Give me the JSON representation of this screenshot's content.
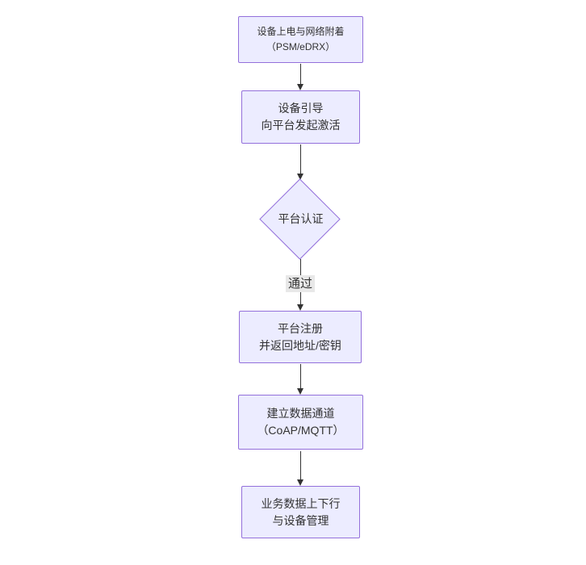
{
  "diagram": {
    "type": "flowchart",
    "direction": "top-down",
    "nodes": [
      {
        "id": "power-attach",
        "shape": "rect",
        "lines": [
          "设备上电与网络附着",
          "（PSM/eDRX）"
        ]
      },
      {
        "id": "bootstrap",
        "shape": "rect",
        "lines": [
          "设备引导",
          "向平台发起激活"
        ]
      },
      {
        "id": "platform-auth",
        "shape": "diamond",
        "lines": [
          "平台认证"
        ]
      },
      {
        "id": "platform-register",
        "shape": "rect",
        "lines": [
          "平台注册",
          "并返回地址/密钥"
        ]
      },
      {
        "id": "data-channel",
        "shape": "rect",
        "lines": [
          "建立数据通道",
          "（CoAP/MQTT）"
        ]
      },
      {
        "id": "business-data",
        "shape": "rect",
        "lines": [
          "业务数据上下行",
          "与设备管理"
        ]
      }
    ],
    "edges": [
      {
        "from": "power-attach",
        "to": "bootstrap",
        "label": ""
      },
      {
        "from": "bootstrap",
        "to": "platform-auth",
        "label": ""
      },
      {
        "from": "platform-auth",
        "to": "platform-register",
        "label": "通过"
      },
      {
        "from": "platform-register",
        "to": "data-channel",
        "label": ""
      },
      {
        "from": "data-channel",
        "to": "business-data",
        "label": ""
      }
    ],
    "colors": {
      "node_fill": "#ECECFF",
      "node_border": "#9370DB",
      "text": "#333333",
      "arrow": "#333333",
      "edge_label_bg": "#e8e8e8",
      "background": "#ffffff"
    }
  }
}
